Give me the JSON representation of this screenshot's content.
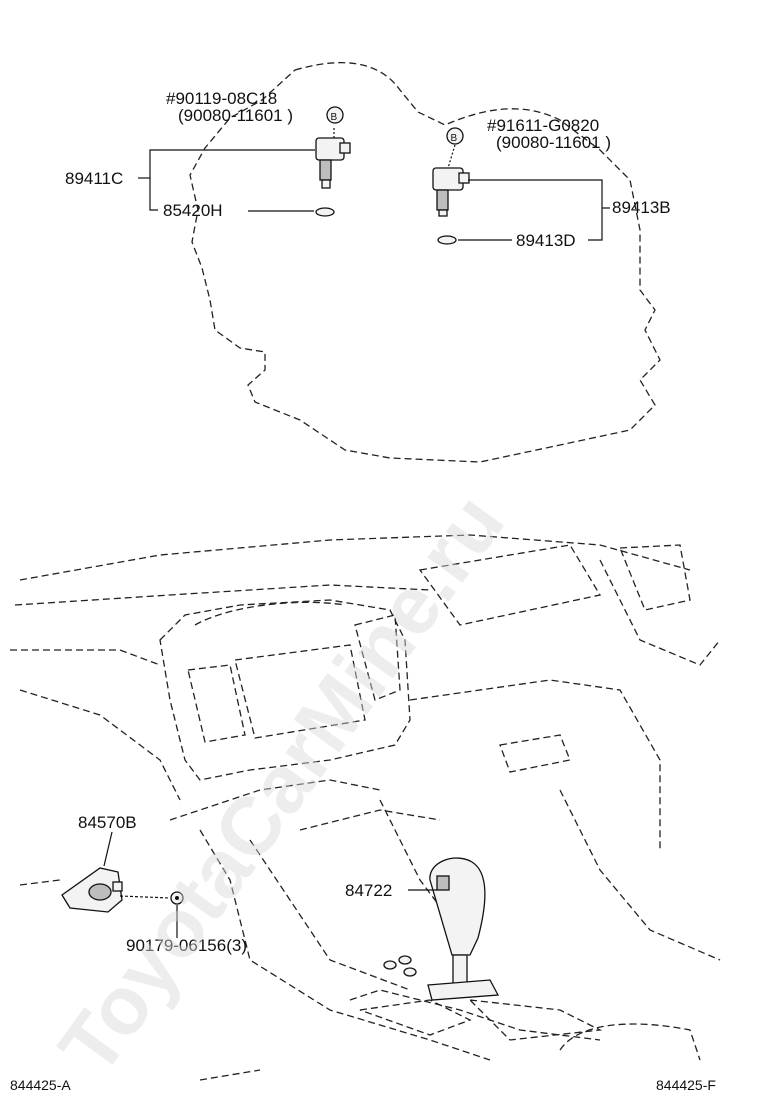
{
  "watermark": "ToyotaCarMine.ru",
  "transmission": {
    "bolt_left": {
      "part_no": "#90119-08C18",
      "alt_no": "(90080-11601   )",
      "marker": "B"
    },
    "bolt_right": {
      "part_no": "#91611-G0820",
      "alt_no": "(90080-11601   )",
      "marker": "B"
    },
    "sensor_left_group": "89411C",
    "oring_left": "85420H",
    "sensor_right_group": "89413B",
    "oring_right": "89413D"
  },
  "interior": {
    "switch": "84570B",
    "screw": "90179-06156(3)",
    "shift_knob_switch": "84722"
  },
  "footer": {
    "left_code": "844425-A",
    "right_code": "844425-F"
  }
}
